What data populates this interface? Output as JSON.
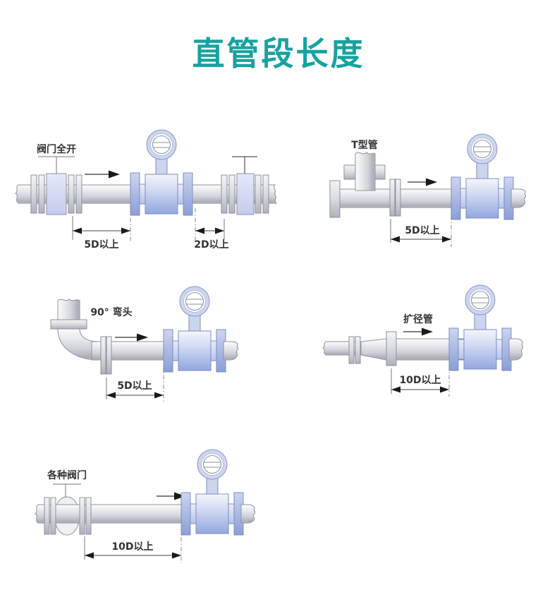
{
  "title": {
    "text": "直管段长度",
    "color": "#16a2a0"
  },
  "diagrams": {
    "valve_open": {
      "name": "阀门全开",
      "upstream": "5D以上",
      "downstream": "2D以上"
    },
    "t_pipe": {
      "name": "T型管",
      "upstream": "5D以上"
    },
    "elbow_90": {
      "name": "90° 弯头",
      "upstream": "5D以上"
    },
    "expander": {
      "name": "扩径管",
      "upstream": "10D以上"
    },
    "various_valves": {
      "name": "各种阀门",
      "upstream": "10D以上"
    }
  },
  "icons": {
    "flowmeter": "electromagnetic-flowmeter",
    "flow_arrow": "flow-direction-arrow",
    "dimension_arrow": "double-headed-dimension-arrow"
  },
  "colors": {
    "meter_body": "#aebce6",
    "meter_flange": "#8a9ed7",
    "pipe": "#d6d8de",
    "valve_block": "#d3d8f0",
    "annotation_line": "#555555",
    "text": "#333333"
  }
}
